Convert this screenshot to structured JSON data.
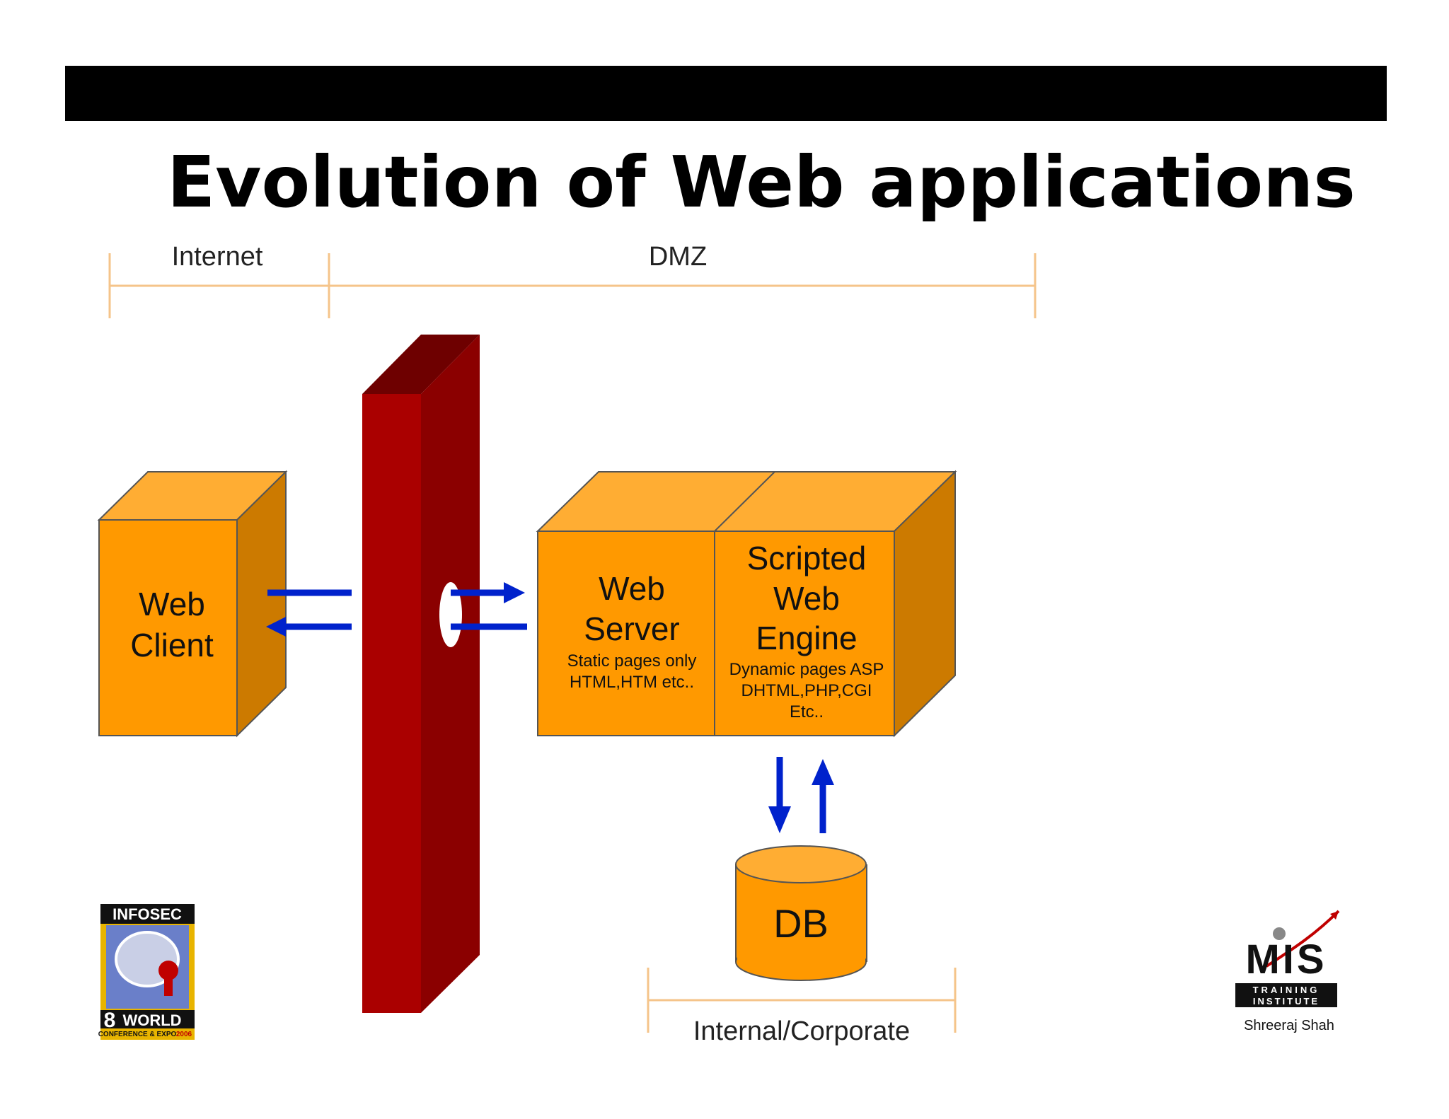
{
  "slide": {
    "title": "Evolution of Web applications"
  },
  "zones": {
    "internet": "Internet",
    "dmz": "DMZ",
    "internal": "Internal/Corporate"
  },
  "nodes": {
    "web_client": {
      "line1": "Web",
      "line2": "Client"
    },
    "web_server": {
      "line1": "Web",
      "line2": "Server",
      "sub1": "Static pages only",
      "sub2": "HTML,HTM etc.."
    },
    "script_engine": {
      "line1": "Scripted",
      "line2": "Web",
      "line3": "Engine",
      "sub1": "Dynamic pages ASP",
      "sub2": "DHTML,PHP,CGI",
      "sub3": "Etc.."
    },
    "db": {
      "label": "DB"
    }
  },
  "logos": {
    "left": {
      "top": "INFOSEC",
      "bottom": "WORLD",
      "sub": "CONFERENCE & EXPO",
      "year": "2006",
      "digit": "8"
    },
    "right": {
      "brand": "MIS",
      "line1": "TRAINING",
      "line2": "INSTITUTE",
      "author": "Shreeraj Shah"
    }
  },
  "colors": {
    "box_front": "#FF9900",
    "box_top": "#FFAD33",
    "box_side": "#CC7A00",
    "firewall_front": "#AA0000",
    "firewall_side": "#8B0000",
    "firewall_top": "#6E0000",
    "arrow": "#0022CC",
    "bracket": "#F5C48A"
  }
}
